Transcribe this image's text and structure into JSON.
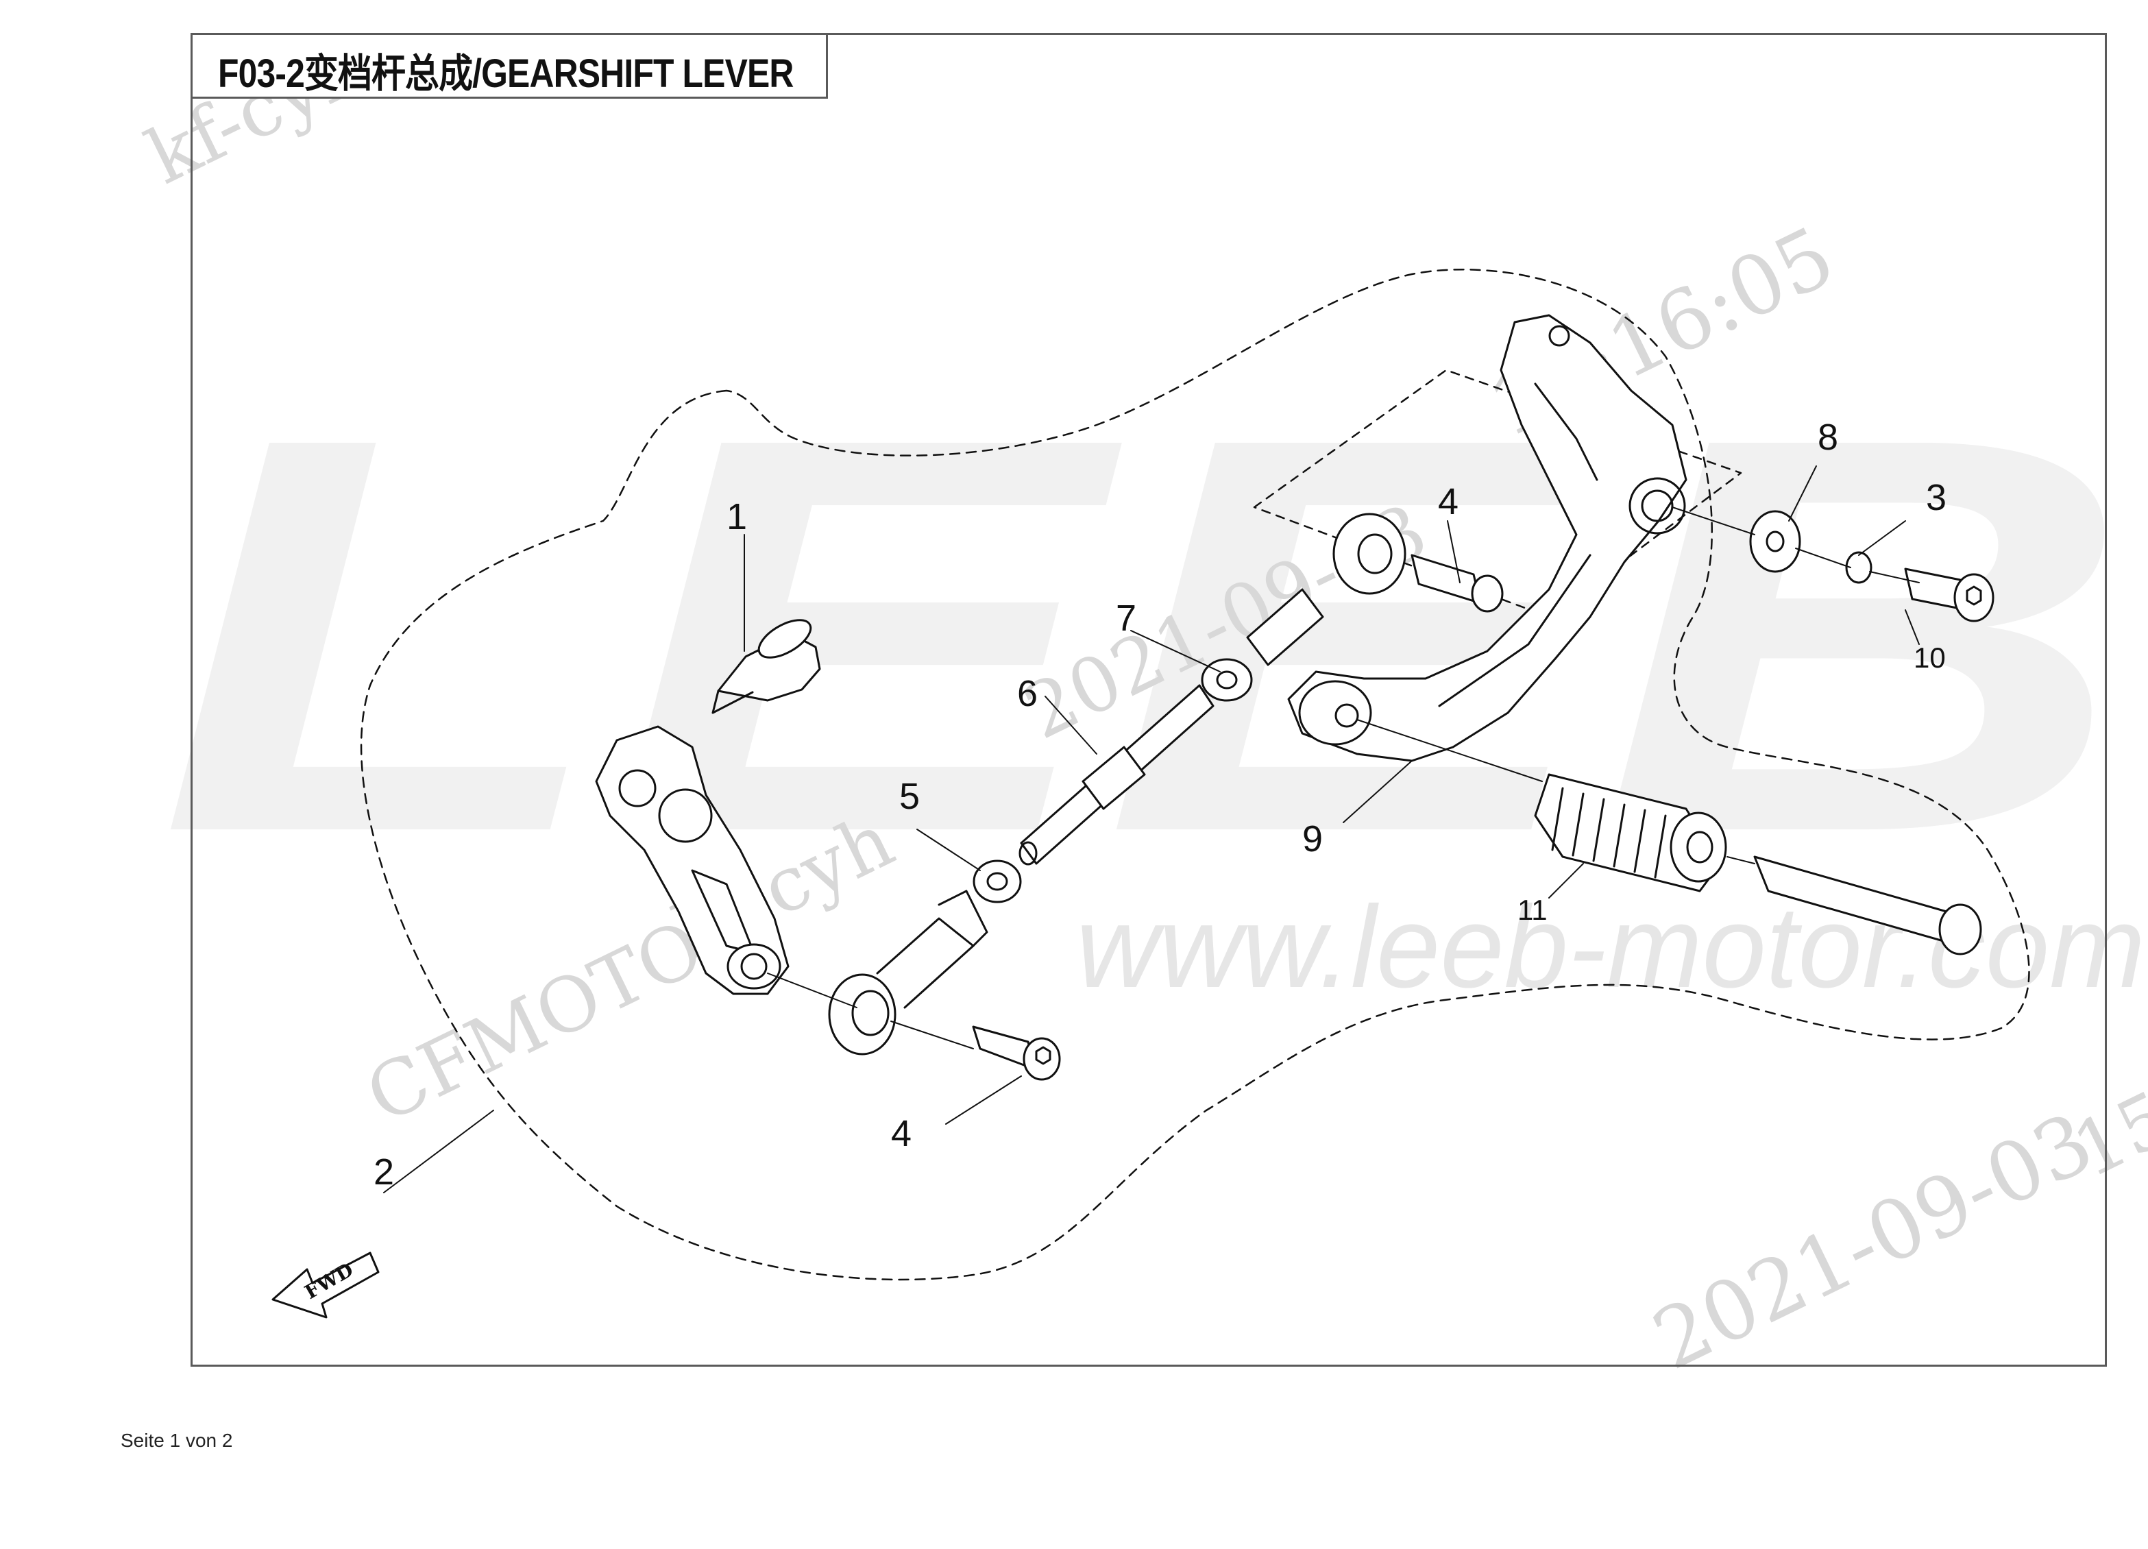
{
  "title": "F03-2变档杆总成/GEARSHIFT LEVER",
  "footer": "Seite 1 von 2",
  "watermarks": {
    "top_left": "kf-cyh",
    "brand": "LEEB",
    "url": "www.leeb-motor.com",
    "maker": "CFMOTO",
    "code": "kf-cyh",
    "date_mid": "2021-09-03",
    "time": "15:16:05",
    "date_bottom": "2021-09-03",
    "edge": "15"
  },
  "fwd_label": "FWD",
  "callouts": [
    "1",
    "2",
    "3",
    "4",
    "4",
    "5",
    "6",
    "7",
    "8",
    "9",
    "10",
    "11"
  ],
  "colors": {
    "line": "#111111",
    "frame": "#5a5a5a",
    "watermark": "#d8d8d8"
  }
}
